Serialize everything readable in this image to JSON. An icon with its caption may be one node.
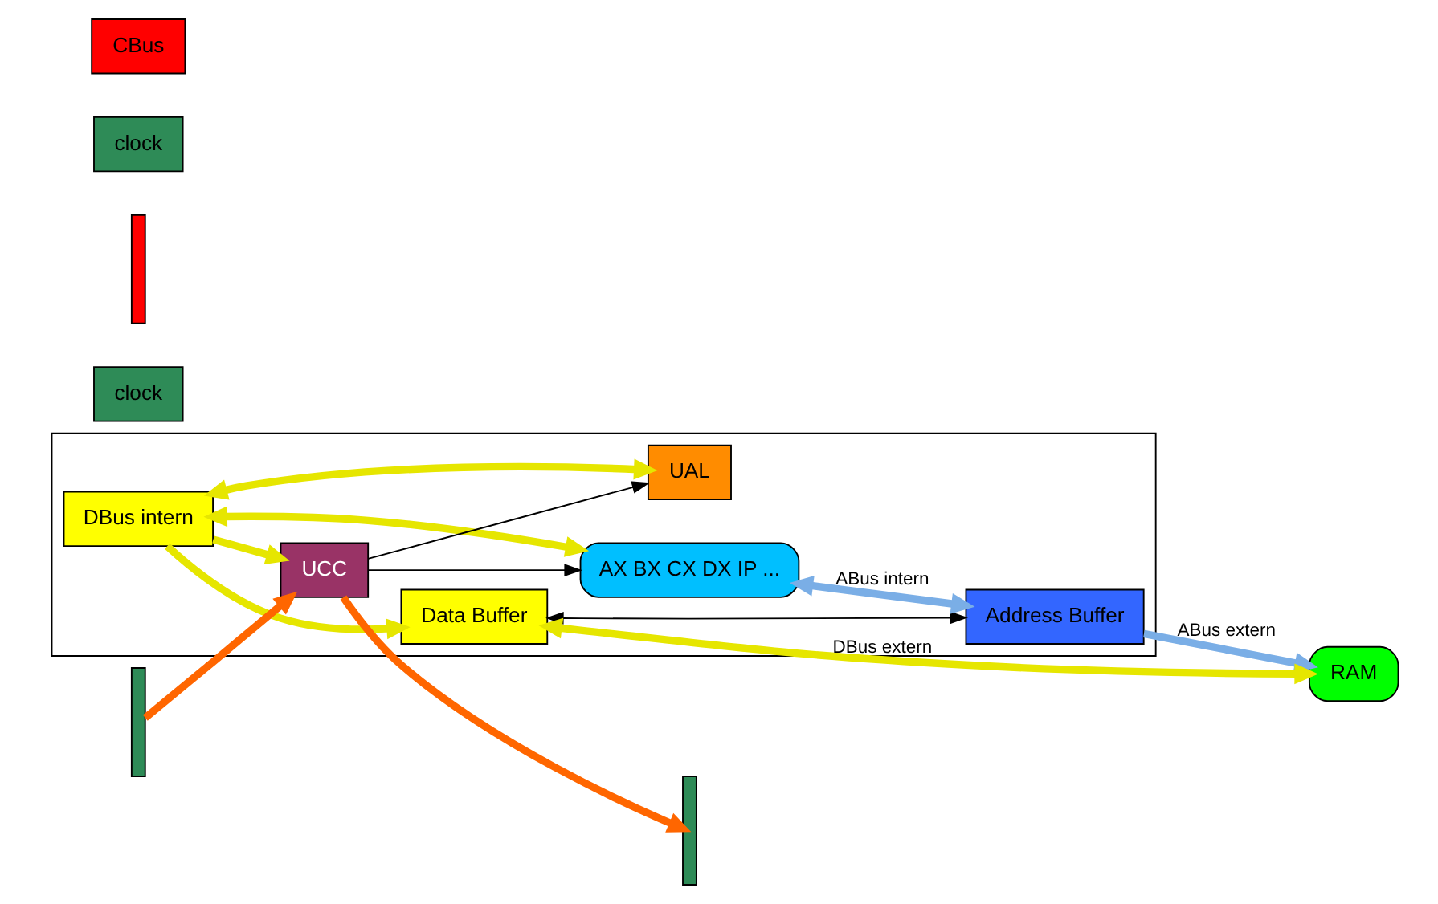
{
  "diagram": {
    "nodes": [
      {
        "text": [],
        "shape": "box"
      },
      {
        "text": [
          "DBus intern"
        ],
        "in": 0
      },
      {
        "text": [
          "Data Buffer"
        ],
        "in": 0
      },
      {
        "text": [
          "clock"
        ]
      },
      {
        "text": [],
        "shape": "brace"
      },
      {
        "text": [
          "UAL"
        ],
        "in": 0
      },
      {
        "text": [
          "AX BX CX DX IP ..."
        ],
        "in": 0
      },
      {
        "text": [
          "RAM"
        ]
      },
      {
        "text": [],
        "shape": "brace"
      },
      {
        "text": [
          "clock"
        ]
      },
      {
        "text": [],
        "shape": "brace"
      },
      {
        "text": [
          "UCC"
        ],
        "in": 0
      },
      {
        "text": [
          "Address Buffer"
        ],
        "in": 0
      },
      {
        "text": [
          "CBus"
        ]
      }
    ],
    "edges": [
      {
        "from": 1,
        "to": 2,
        "arrow": "to"
      },
      {
        "from": 1,
        "to": 5,
        "arrow": "both"
      },
      {
        "from": 1,
        "to": 6,
        "arrow": "both"
      },
      {
        "from": 1,
        "to": 11,
        "arrow": "to"
      },
      {
        "from": 7,
        "to": 2,
        "arrow": "both",
        "label": "DBus extern"
      },
      {
        "from": 2,
        "to": 12,
        "arrow": "both",
        "color": "#000000"
      },
      {
        "from": 11,
        "to": 5,
        "arrow": "to",
        "color": "#000000"
      },
      {
        "from": 11,
        "to": 6,
        "arrow": "to",
        "color": "#000000"
      },
      {
        "from": 4,
        "to": 11,
        "arrow": "to",
        "color": "#ff6600"
      },
      {
        "from": 11,
        "to": 10,
        "arrow": "to",
        "color": "#ff6600"
      },
      {
        "from": 6,
        "to": 12,
        "arrow": "both",
        "label": "ABus intern",
        "color": "#7aaee6"
      },
      {
        "from": 12,
        "to": 7,
        "arrow": "to",
        "label": "ABus extern",
        "color": "#7aaee6"
      }
    ]
  }
}
